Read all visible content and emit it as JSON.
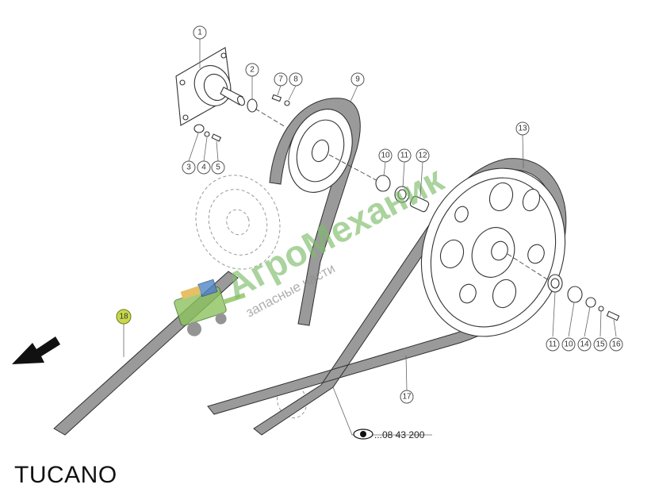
{
  "diagram": {
    "callouts": [
      {
        "id": "1",
        "label": "1"
      },
      {
        "id": "2",
        "label": "2"
      },
      {
        "id": "3",
        "label": "3"
      },
      {
        "id": "4",
        "label": "4"
      },
      {
        "id": "5",
        "label": "5"
      },
      {
        "id": "7",
        "label": "7"
      },
      {
        "id": "8",
        "label": "8"
      },
      {
        "id": "9",
        "label": "9"
      },
      {
        "id": "10a",
        "label": "10"
      },
      {
        "id": "11a",
        "label": "11"
      },
      {
        "id": "12",
        "label": "12"
      },
      {
        "id": "13",
        "label": "13"
      },
      {
        "id": "11b",
        "label": "11"
      },
      {
        "id": "10b",
        "label": "10"
      },
      {
        "id": "14",
        "label": "14"
      },
      {
        "id": "15",
        "label": "15"
      },
      {
        "id": "16",
        "label": "16"
      },
      {
        "id": "17",
        "label": "17"
      },
      {
        "id": "18",
        "label": "18",
        "highlighted": true
      }
    ],
    "reference": "...08 43 200",
    "caption": "TUCANO"
  },
  "watermark": {
    "brand": "АгроМеханик",
    "subtitle": "запасные части"
  },
  "colors": {
    "highlight": "#c8d84a",
    "watermark": "#7dbd6a",
    "belt": "#9a9a9a"
  }
}
